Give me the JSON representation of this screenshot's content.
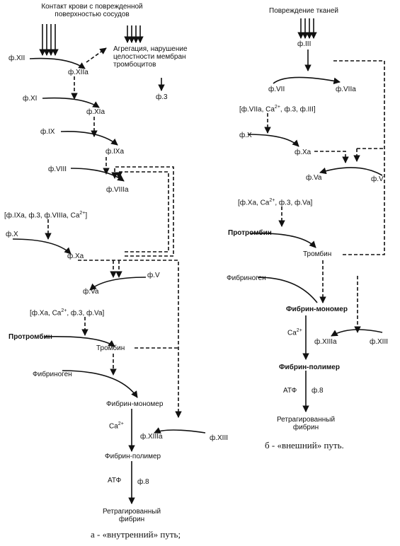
{
  "intrinsic": {
    "stimulus": "Контакт крови с поврежденной поверхностью сосудов",
    "stimulus_line1": "Контакт крови с поврежденной",
    "stimulus_line2": "поверхностью сосудов",
    "platelet_line1": "Агрегация, нарушение",
    "platelet_line2": "целостности мембран",
    "platelet_line3": "тромбоцитов",
    "f3": "ф.3",
    "f12": "ф.XII",
    "f12a": "ф.XIIa",
    "f11": "ф.XI",
    "f11a": "ф.XIa",
    "f9": "ф.IX",
    "f9a": "ф.IXa",
    "f8": "ф.VIII",
    "f8a": "ф.VIIIa",
    "tenase_complex": "[ф.IXa, ф.3, ф.VIIIa, Ca2+]",
    "f10": "ф.X",
    "f10a": "ф.Xa",
    "f5": "ф.V",
    "f5a": "ф.Va",
    "prothrombinase_complex": "[ф.Xa, Ca2+, ф.3, ф.Va]",
    "prothrombin": "Протромбин",
    "thrombin": "Тромбин",
    "fibrinogen": "Фибриноген",
    "fibrin_monomer": "Фибрин-мономер",
    "ca": "Ca2+",
    "f13": "ф.XIII",
    "f13a": "ф.XIIIa",
    "fibrin_polymer": "Фибрин-полимер",
    "atp": "АТФ",
    "f8_stab": "ф.8",
    "retracted_line1": "Ретрагированный",
    "retracted_line2": "фибрин",
    "caption": "а - «внутренний» путь;"
  },
  "extrinsic": {
    "stimulus": "Повреждение тканей",
    "f3": "ф.III",
    "f7": "ф.VII",
    "f7a": "ф.VIIa",
    "complex": "[ф.VIIa, Ca2+, ф.3, ф.III]",
    "f10": "ф.X",
    "f10a": "ф.Xa",
    "f5a": "ф.Va",
    "f5": "ф.V",
    "prothrombinase_complex": "[ф.Xa, Ca2+, ф.3, ф.Va]",
    "prothrombin": "Протромбин",
    "thrombin": "Тромбин",
    "fibrinogen": "Фибриноген",
    "fibrin_monomer": "Фибрин-мономер",
    "ca": "Ca2+",
    "f13a": "ф.XIIIa",
    "f13": "ф.XIII",
    "fibrin_polymer": "Фибрин-полимер",
    "atp": "АТФ",
    "f8_stab": "ф.8",
    "retracted_line1": "Ретрагированный",
    "retracted_line2": "фибрин",
    "caption": "б - «внешний» путь."
  }
}
